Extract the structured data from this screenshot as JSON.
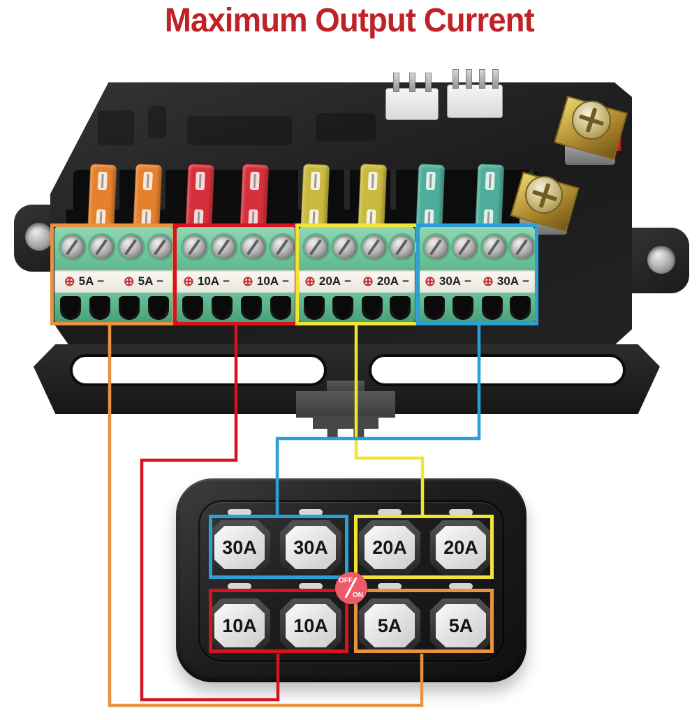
{
  "title": {
    "text": "Maximum Output Current"
  },
  "colors": {
    "title_red": "#bf2127",
    "group_5a_orange": "#e8913f",
    "group_10a_red": "#d6131f",
    "group_20a_yellow": "#f2e435",
    "group_30a_blue": "#2a9fd8",
    "plus_symbol_red": "#c23338",
    "badge_red": "#ee5a68",
    "fuse_5a_orange": "#e5812e",
    "fuse_10a_red": "#d5303c",
    "fuse_20a_yellow": "#c9ba3f",
    "fuse_30a_teal": "#4fae9b"
  },
  "fuse_box": {
    "fuses": [
      {
        "rating": "5A"
      },
      {
        "rating": "5A"
      },
      {
        "rating": "10A"
      },
      {
        "rating": "10A"
      },
      {
        "rating": "20A"
      },
      {
        "rating": "20A"
      },
      {
        "rating": "30A"
      },
      {
        "rating": "30A"
      }
    ],
    "terminal_groups": [
      {
        "rating": "5A",
        "plus": "⊕",
        "minus": "−"
      },
      {
        "rating": "10A",
        "plus": "⊕",
        "minus": "−"
      },
      {
        "rating": "20A",
        "plus": "⊕",
        "minus": "−"
      },
      {
        "rating": "30A",
        "plus": "⊕",
        "minus": "−"
      }
    ]
  },
  "switch_panel": {
    "rows": [
      [
        {
          "label": "30A"
        },
        {
          "label": "30A"
        },
        {
          "label": "20A"
        },
        {
          "label": "20A"
        }
      ],
      [
        {
          "label": "10A"
        },
        {
          "label": "10A"
        },
        {
          "label": "5A"
        },
        {
          "label": "5A"
        }
      ]
    ],
    "badge": {
      "off": "OFF",
      "on": "ON"
    }
  }
}
